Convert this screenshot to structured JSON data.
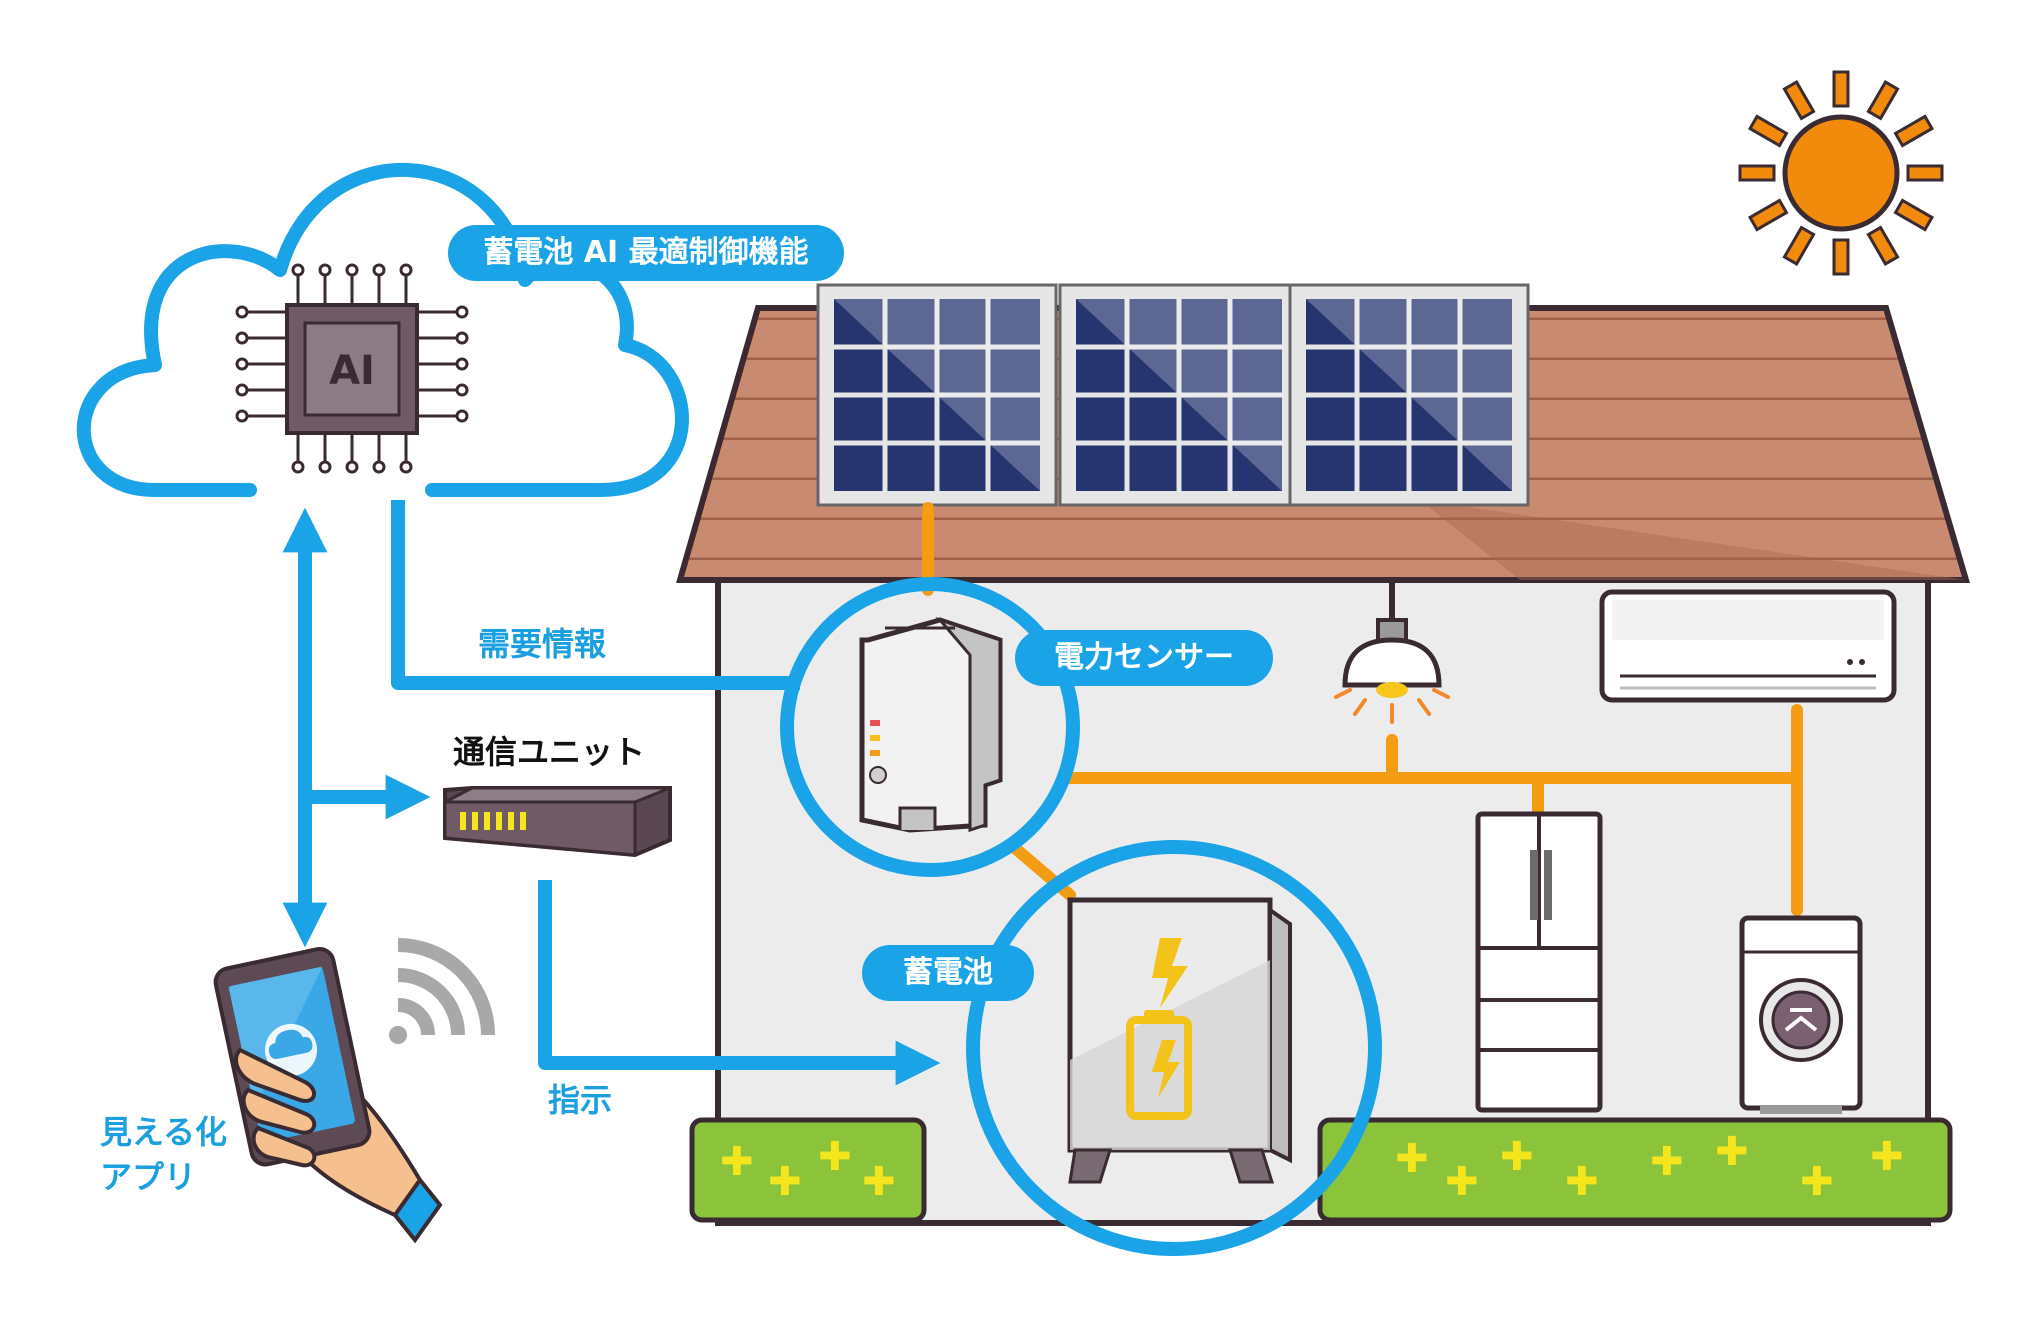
{
  "labels": {
    "ai_function": "蓄電池 AI 最適制御機能",
    "ai_chip": "AI",
    "demand_info": "需要情報",
    "power_sensor": "電力センサー",
    "comm_unit": "通信ユニット",
    "battery": "蓄電池",
    "instruction": "指示",
    "app_line1": "見える化",
    "app_line2": "アプリ"
  },
  "colors": {
    "flow_blue": "#1aa3e6",
    "power_orange": "#f39c12",
    "sun_orange": "#f28a0c",
    "roof": "#c98b70",
    "wall": "#ececec",
    "panel": "#26346f",
    "grass": "#8bc33a",
    "flower": "#f4e51d"
  },
  "icons": [
    "cloud-icon",
    "ai-chip-icon",
    "sun-icon",
    "solar-panel-icon",
    "power-sensor-icon",
    "communication-unit-icon",
    "battery-icon",
    "smartphone-icon",
    "wifi-icon",
    "light-bulb-icon",
    "air-conditioner-icon",
    "refrigerator-icon",
    "washing-machine-icon"
  ]
}
